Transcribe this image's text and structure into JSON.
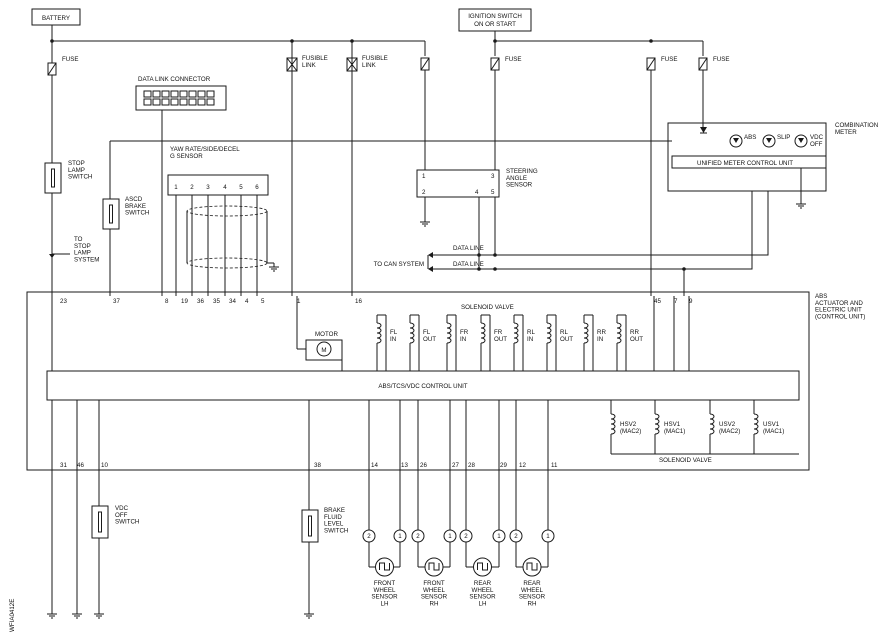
{
  "labels": {
    "battery": "BATTERY",
    "ignition_1": "IGNITION SWITCH",
    "ignition_2": "ON OR START",
    "fuse": "FUSE",
    "fusible_1": "FUSIBLE",
    "fusible_2": "LINK",
    "dlc": "DATA LINK CONNECTOR",
    "stop_lamp_sw": [
      "STOP",
      "LAMP",
      "SWITCH"
    ],
    "to_stop_lamp": [
      "TO",
      "STOP",
      "LAMP",
      "SYSTEM"
    ],
    "ascd": [
      "ASCD",
      "BRAKE",
      "SWITCH"
    ],
    "yaw_1": "YAW RATE/SIDE/DECEL",
    "yaw_2": "G SENSOR",
    "yaw_pins": [
      "1",
      "2",
      "3",
      "4",
      "5",
      "6"
    ],
    "steering": [
      "STEERING",
      "ANGLE",
      "SENSOR"
    ],
    "steering_pins": [
      "1",
      "3",
      "2",
      "4",
      "5"
    ],
    "data_line": "DATA LINE",
    "to_can": "TO CAN SYSTEM",
    "comb_meter": [
      "COMBINATION",
      "METER"
    ],
    "abs_lamp": "ABS",
    "slip_lamp": "SLIP",
    "vdc_lamp": [
      "VDC",
      "OFF"
    ],
    "unified": "UNIFIED METER CONTROL UNIT",
    "abs_unit": [
      "ABS",
      "ACTUATOR AND",
      "ELECTRIC UNIT",
      "(CONTROL UNIT)"
    ],
    "solenoid_valve": "SOLENOID VALVE",
    "motor": "MOTOR",
    "motor_symbol": "M",
    "control_unit": "ABS/TCS/VDC CONTROL UNIT",
    "valves_top": [
      [
        "FL",
        "IN"
      ],
      [
        "FL",
        "OUT"
      ],
      [
        "FR",
        "IN"
      ],
      [
        "FR",
        "OUT"
      ],
      [
        "RL",
        "IN"
      ],
      [
        "RL",
        "OUT"
      ],
      [
        "RR",
        "IN"
      ],
      [
        "RR",
        "OUT"
      ]
    ],
    "valves_bottom": [
      [
        "HSV2",
        "(MAC2)"
      ],
      [
        "HSV1",
        "(MAC1)"
      ],
      [
        "USV2",
        "(MAC2)"
      ],
      [
        "USV1",
        "(MAC1)"
      ]
    ],
    "vdc_off_sw": [
      "VDC",
      "OFF",
      "SWITCH"
    ],
    "brake_fluid": [
      "BRAKE",
      "FLUID",
      "LEVEL",
      "SWITCH"
    ],
    "wheel_sensors": [
      [
        "FRONT",
        "WHEEL",
        "SENSOR",
        "LH"
      ],
      [
        "FRONT",
        "WHEEL",
        "SENSOR",
        "RH"
      ],
      [
        "REAR",
        "WHEEL",
        "SENSOR",
        "LH"
      ],
      [
        "REAR",
        "WHEEL",
        "SENSOR",
        "RH"
      ]
    ],
    "sensor_pins": [
      "2",
      "1"
    ],
    "code": "WFIA0412E"
  },
  "top_pins": [
    "23",
    "37",
    "8",
    "19",
    "36",
    "35",
    "34",
    "4",
    "5",
    "1",
    "16",
    "45",
    "7",
    "9"
  ],
  "bottom_pins": [
    "31",
    "46",
    "10",
    "38",
    "14",
    "13",
    "26",
    "27",
    "28",
    "29",
    "12",
    "11"
  ]
}
